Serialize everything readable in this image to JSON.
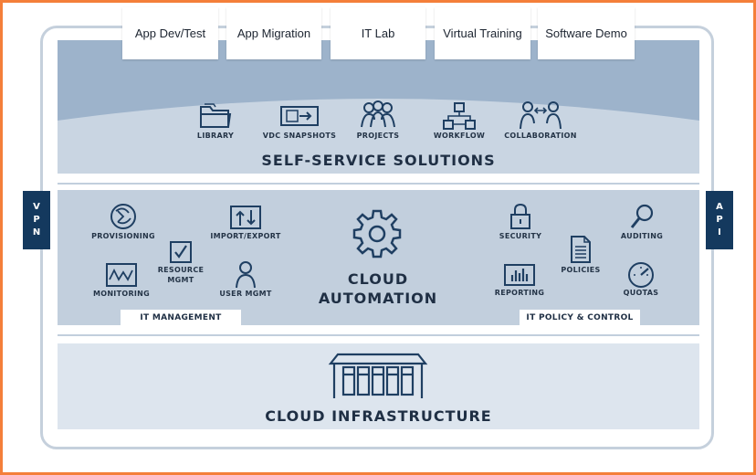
{
  "top_tabs": [
    "App Dev/Test",
    "App Migration",
    "IT Lab",
    "Virtual Training",
    "Software Demo"
  ],
  "self_service": {
    "icons": [
      {
        "label": "LIBRARY",
        "icon": "folder-icon"
      },
      {
        "label": "VDC SNAPSHOTS",
        "icon": "snapshot-icon"
      },
      {
        "label": "PROJECTS",
        "icon": "people-group-icon"
      },
      {
        "label": "WORKFLOW",
        "icon": "workflow-icon"
      },
      {
        "label": "COLLABORATION",
        "icon": "collaboration-icon"
      }
    ],
    "title": "SELF-SERVICE SOLUTIONS"
  },
  "side": {
    "left": [
      "V",
      "P",
      "N"
    ],
    "right": [
      "A",
      "P",
      "I"
    ]
  },
  "automation": {
    "title_line1": "CLOUD",
    "title_line2": "AUTOMATION",
    "it_management": {
      "label": "IT MANAGEMENT",
      "items": [
        {
          "label": "PROVISIONING",
          "icon": "provisioning-icon"
        },
        {
          "label": "IMPORT/EXPORT",
          "icon": "import-export-icon"
        },
        {
          "label_line1": "RESOURCE",
          "label_line2": "MGMT",
          "icon": "checkbox-icon"
        },
        {
          "label": "MONITORING",
          "icon": "monitoring-icon"
        },
        {
          "label": "USER MGMT",
          "icon": "user-icon"
        }
      ]
    },
    "it_policy": {
      "label": "IT POLICY & CONTROL",
      "items": [
        {
          "label": "SECURITY",
          "icon": "lock-icon"
        },
        {
          "label": "AUDITING",
          "icon": "magnifier-icon"
        },
        {
          "label": "POLICIES",
          "icon": "document-icon"
        },
        {
          "label": "REPORTING",
          "icon": "bar-chart-icon"
        },
        {
          "label": "QUOTAS",
          "icon": "gauge-icon"
        }
      ]
    }
  },
  "infrastructure": {
    "title": "CLOUD INFRASTRUCTURE",
    "icon": "datacenter-icon"
  },
  "colors": {
    "frame": "#f47f3a",
    "navy": "#14395e",
    "icon_stroke": "#1f3f62"
  }
}
